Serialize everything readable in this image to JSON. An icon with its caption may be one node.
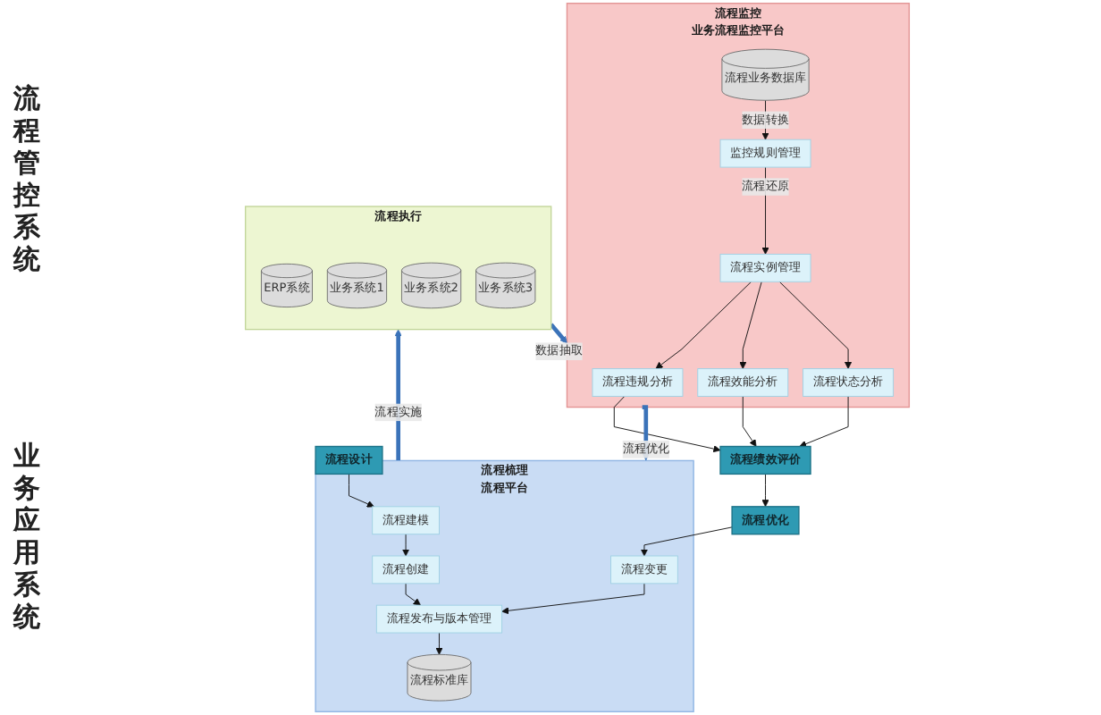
{
  "diagram": {
    "nodes": [
      {
        "text": [
          "流程设计"
        ]
      },
      {
        "text": [
          "流程优化"
        ]
      },
      {
        "text": [
          "流程绩效评价"
        ]
      },
      {
        "text": [
          "流程梳理",
          "流程平台"
        ]
      },
      {
        "text": [
          "流程建模"
        ],
        "in": 3
      },
      {
        "text": [
          "流程变更"
        ],
        "in": 3
      },
      {
        "text": [
          "流程创建"
        ],
        "in": 3
      },
      {
        "text": [
          "流程发布与版本管理"
        ],
        "in": 3
      },
      {
        "text": [
          "流程标准库"
        ],
        "in": 3
      },
      {
        "text": [
          "流程监控",
          "业务流程监控平台"
        ]
      },
      {
        "text": [
          "流程违规分析"
        ],
        "in": 9
      },
      {
        "text": [
          "流程效能分析"
        ],
        "in": 9
      },
      {
        "text": [
          "流程状态分析"
        ],
        "in": 9
      },
      {
        "text": [
          "流程实例管理"
        ],
        "in": 9
      },
      {
        "text": [
          "监控规则管理"
        ],
        "in": 9
      },
      {
        "text": [
          "流程业务数据库"
        ],
        "in": 9
      },
      {
        "text": [
          "流程执行"
        ]
      },
      {
        "text": [
          "ERP系统"
        ],
        "in": 16
      },
      {
        "text": [
          "业务系统1"
        ],
        "in": 16
      },
      {
        "text": [
          "业务系统2"
        ],
        "in": 16
      },
      {
        "text": [
          "业务系统3"
        ],
        "in": 16
      }
    ],
    "edges": [
      {
        "from": 2,
        "to": 1,
        "arrow": "to"
      },
      {
        "from": 0,
        "to": 4,
        "arrow": "to"
      },
      {
        "from": 1,
        "to": 5,
        "arrow": "to"
      },
      {
        "from": 4,
        "to": 6,
        "arrow": "to"
      },
      {
        "from": 6,
        "to": 7,
        "arrow": "to"
      },
      {
        "from": 5,
        "to": 7,
        "arrow": "to"
      },
      {
        "from": 7,
        "to": 8,
        "arrow": "to"
      },
      {
        "from": 10,
        "to": 2,
        "arrow": "to"
      },
      {
        "from": 11,
        "to": 2,
        "arrow": "to"
      },
      {
        "from": 12,
        "to": 2,
        "arrow": "to"
      },
      {
        "from": 13,
        "to": 10,
        "arrow": "to"
      },
      {
        "from": 13,
        "to": 11,
        "arrow": "to"
      },
      {
        "from": 13,
        "to": 12,
        "arrow": "to"
      },
      {
        "from": 14,
        "to": 13,
        "arrow": "to",
        "label": "流程还原"
      },
      {
        "from": 15,
        "to": 14,
        "arrow": "to",
        "label": "数据转换"
      },
      {
        "from": 9,
        "to": 3,
        "arrow": "to",
        "label": "流程优化",
        "style": "thick",
        "color": "#3b73b9"
      },
      {
        "from": 3,
        "to": 16,
        "arrow": "to",
        "label": "流程实施",
        "style": "thick",
        "color": "#3b73b9"
      },
      {
        "from": 16,
        "to": 9,
        "arrow": "to",
        "label": "数据抽取",
        "style": "thick",
        "color": "#3b73b9"
      }
    ],
    "labels": [
      "流程管控系统",
      "业务应用系统"
    ]
  }
}
